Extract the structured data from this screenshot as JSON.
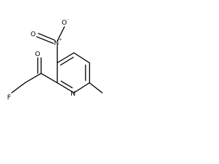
{
  "molecule": {
    "atoms": {
      "ring_nitrogen": "N",
      "nitro_nitrogen": "N",
      "nitro_nitrogen_charge": "+",
      "nitro_oxygen_top": "O",
      "nitro_oxygen_top_charge": "-",
      "nitro_oxygen_left": "O",
      "ketone_oxygen": "O",
      "fluorine": "F"
    }
  }
}
